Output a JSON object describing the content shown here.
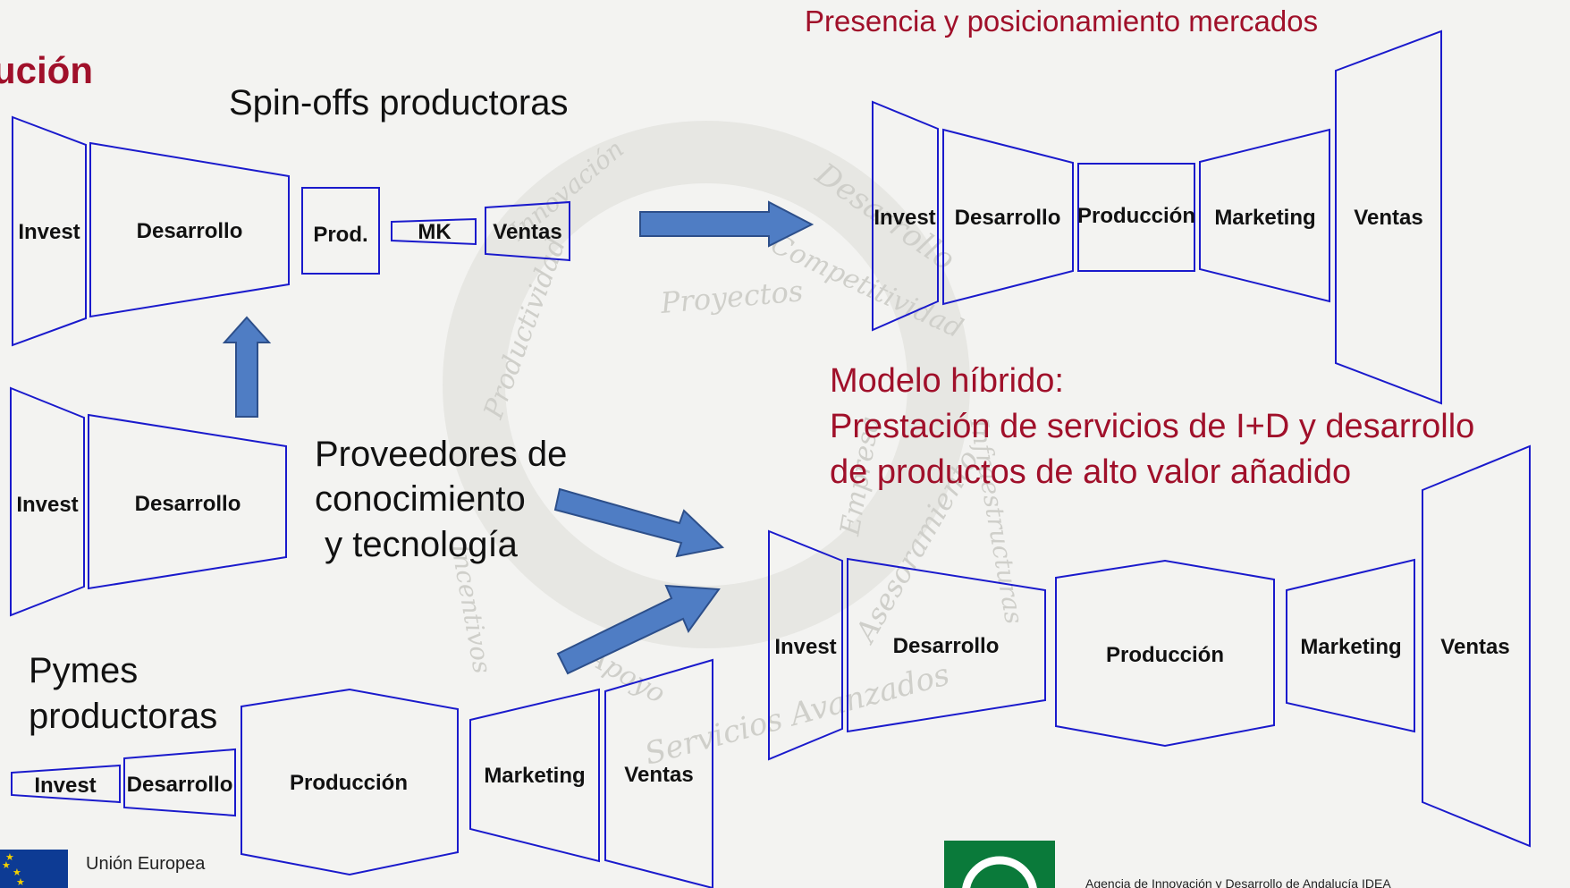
{
  "header": {
    "title_fragment": "ución",
    "top_right_title": "Presencia y posicionamiento mercados"
  },
  "groups": {
    "spinoffs": {
      "label": "Spin-offs productoras",
      "stages": [
        "Invest",
        "Desarrollo",
        "Prod.",
        "MK",
        "Ventas"
      ]
    },
    "providers": {
      "label_lines": [
        "Proveedores de",
        "conocimiento",
        " y tecnología"
      ],
      "stages": [
        "Invest",
        "Desarrollo"
      ]
    },
    "pymes": {
      "label_lines": [
        "Pymes",
        "productoras"
      ],
      "stages": [
        "Invest",
        "Desarrollo",
        "Producción",
        "Marketing",
        "Ventas"
      ]
    },
    "market": {
      "stages": [
        "Invest",
        "Desarrollo",
        "Producción",
        "Marketing",
        "Ventas"
      ]
    },
    "hybrid": {
      "title_lines": [
        "Modelo híbrido:",
        "Prestación de servicios de I+D y desarrollo",
        "de productos de alto valor añadido"
      ],
      "stages": [
        "Invest",
        "Desarrollo",
        "Producción",
        "Marketing",
        "Ventas"
      ]
    }
  },
  "watermark": {
    "words": [
      "Innovación",
      "Desarrollo",
      "Competitividad",
      "Proyectos",
      "Productividad",
      "Infraestructuras",
      "Empresa",
      "Asesoramiento",
      "Incentivos",
      "Apoyo",
      "Servicios Avanzados"
    ]
  },
  "footer": {
    "eu_label": "Unión Europea",
    "agency_label": "Agencia de Innovación y Desarrollo de Andalucía IDEA"
  },
  "colors": {
    "stage_stroke": "#1a1acc",
    "arrow_fill": "#4f7dc4",
    "arrow_stroke": "#2d4f8a",
    "accent_red": "#a0102a",
    "agency_green": "#0a7a3a",
    "eu_blue": "#0d3b94"
  }
}
